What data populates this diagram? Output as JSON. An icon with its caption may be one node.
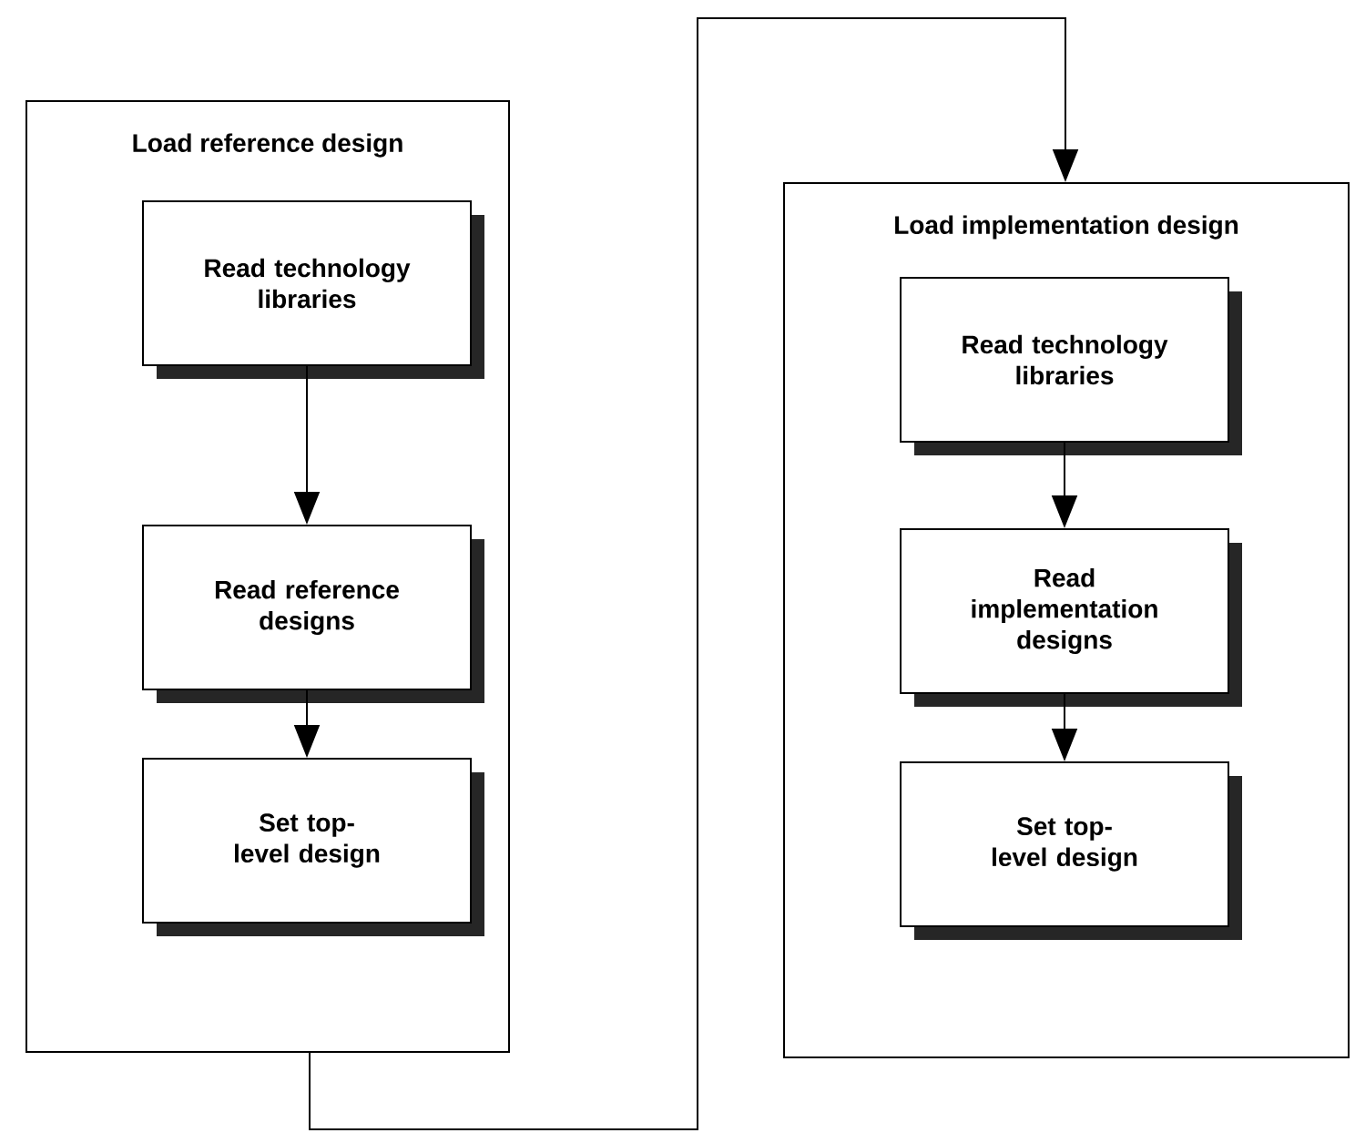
{
  "diagram": {
    "nodes": [
      {
        "text": [
          "Load reference design"
        ]
      },
      {
        "text": [
          "Read technology libraries"
        ],
        "in": 0
      },
      {
        "text": [
          "Read reference designs"
        ],
        "in": 0
      },
      {
        "text": [
          "Set top-level design"
        ],
        "in": 0
      },
      {
        "text": [
          "Load implementation design"
        ]
      },
      {
        "text": [
          "Read technology libraries"
        ],
        "in": 4
      },
      {
        "text": [
          "Read implementation designs"
        ],
        "in": 4
      },
      {
        "text": [
          "Set top-level design"
        ],
        "in": 4
      }
    ],
    "edges": [
      {
        "from": 1,
        "to": 2,
        "arrow": "to"
      },
      {
        "from": 2,
        "to": 3,
        "arrow": "to"
      },
      {
        "from": 5,
        "to": 6,
        "arrow": "to"
      },
      {
        "from": 6,
        "to": 7,
        "arrow": "to"
      },
      {
        "from": 0,
        "to": 4,
        "arrow": "to"
      }
    ]
  }
}
